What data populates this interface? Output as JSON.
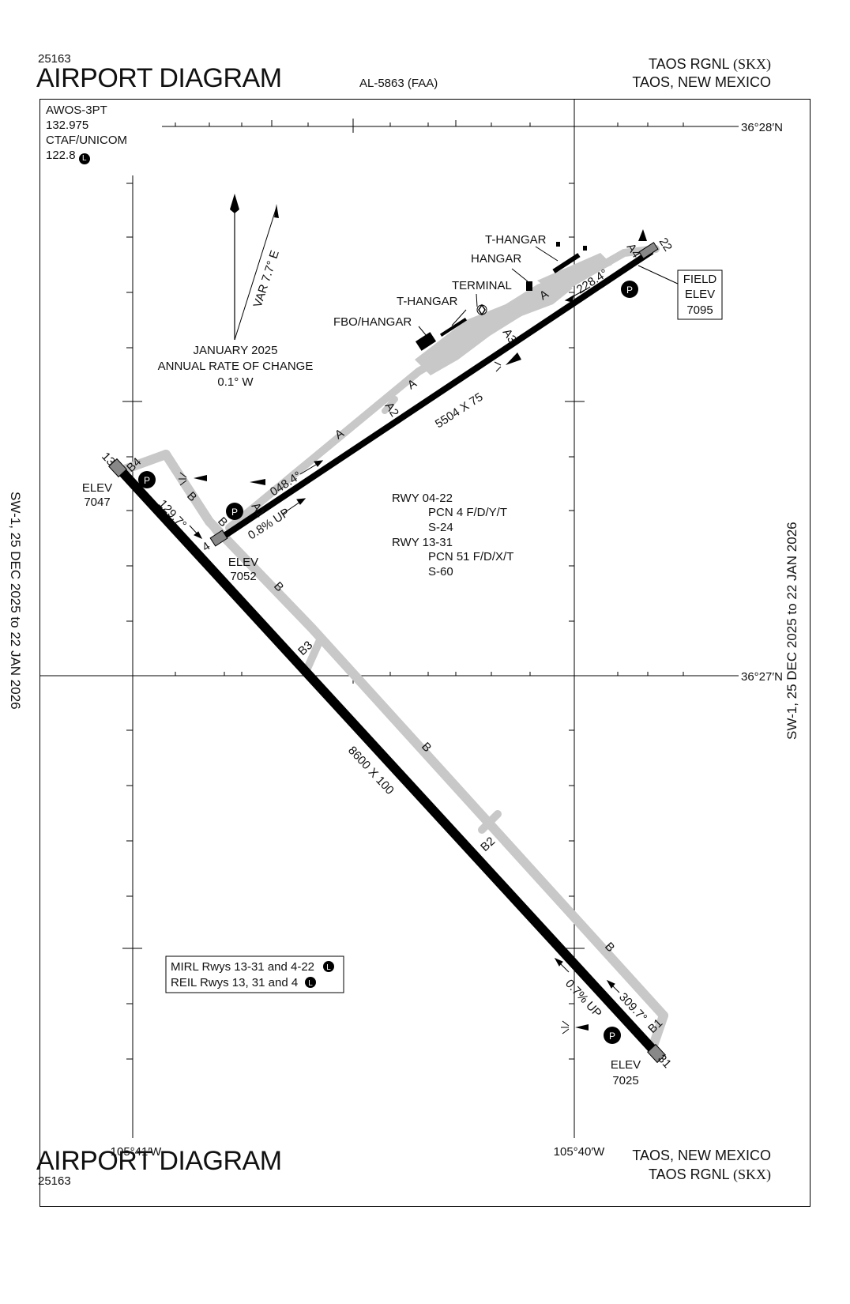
{
  "header": {
    "doc_number": "25163",
    "title": "AIRPORT DIAGRAM",
    "procedure_id": "AL-5863 (FAA)",
    "airport_name": "TAOS RGNL",
    "airport_id": "(SKX)",
    "location": "TAOS, NEW MEXICO"
  },
  "footer": {
    "title": "AIRPORT DIAGRAM",
    "doc_number": "25163",
    "location": "TAOS, NEW MEXICO",
    "airport_name": "TAOS RGNL",
    "airport_id": "(SKX)"
  },
  "side_text": {
    "left": "SW-1,  25 DEC 2025  to  22 JAN 2026",
    "right": "SW-1,  25 DEC 2025  to  22 JAN 2026"
  },
  "comms": {
    "awos_label": "AWOS-3PT",
    "awos_freq": "132.975",
    "ctaf_label": "CTAF/UNICOM",
    "ctaf_freq": "122.8",
    "lighting_symbol": "L"
  },
  "coordinates": {
    "lat_top": "36°28′N",
    "lat_mid": "36°27′N",
    "lon_left": "105°41′W",
    "lon_right": "105°40′W"
  },
  "variation": {
    "var_label": "VAR 7.7° E",
    "date": "JANUARY 2025",
    "rate_label": "ANNUAL RATE OF CHANGE",
    "rate_value": "0.1° W"
  },
  "runways": {
    "rwy_04_22": {
      "dims": "5504 X 75",
      "hdg_04": "048.4°",
      "hdg_22": "228.4°",
      "slope": "0.8% UP",
      "end_04": "4",
      "end_22": "22",
      "elev_04_label": "ELEV",
      "elev_04": "7052"
    },
    "rwy_13_31": {
      "dims": "8600 X 100",
      "hdg_13": "129.7°",
      "hdg_31": "309.7°",
      "slope": "0.7% UP",
      "end_13": "13",
      "end_31": "31",
      "elev_13_label": "ELEV",
      "elev_13": "7047",
      "elev_31_label": "ELEV",
      "elev_31": "7025"
    }
  },
  "field_elev": {
    "line1": "FIELD",
    "line2": "ELEV",
    "value": "7095"
  },
  "pavement": {
    "rwy_04_22": "RWY 04-22",
    "pcn_04_22": "PCN 4 F/D/Y/T",
    "s_04_22": "S-24",
    "rwy_13_31": "RWY 13-31",
    "pcn_13_31": "PCN 51 F/D/X/T",
    "s_13_31": "S-60"
  },
  "taxiways": {
    "A": "A",
    "A1": "A1",
    "A2": "A2",
    "A3": "A3",
    "A4": "A4",
    "B": "B",
    "B1": "B1",
    "B2": "B2",
    "B3": "B3",
    "B4": "B4"
  },
  "buildings": {
    "fbo": "FBO/HANGAR",
    "t_hangar_1": "T-HANGAR",
    "terminal": "TERMINAL",
    "hangar": "HANGAR",
    "t_hangar_2": "T-HANGAR"
  },
  "lighting_notes": {
    "line1": "MIRL Rwys 13-31 and 4-22",
    "line2": "REIL Rwys 13, 31 and 4",
    "symbol": "L"
  },
  "parking_symbol": "P",
  "colors": {
    "runway": "#000000",
    "taxiway": "#c8c8c8",
    "ink": "#111111"
  }
}
